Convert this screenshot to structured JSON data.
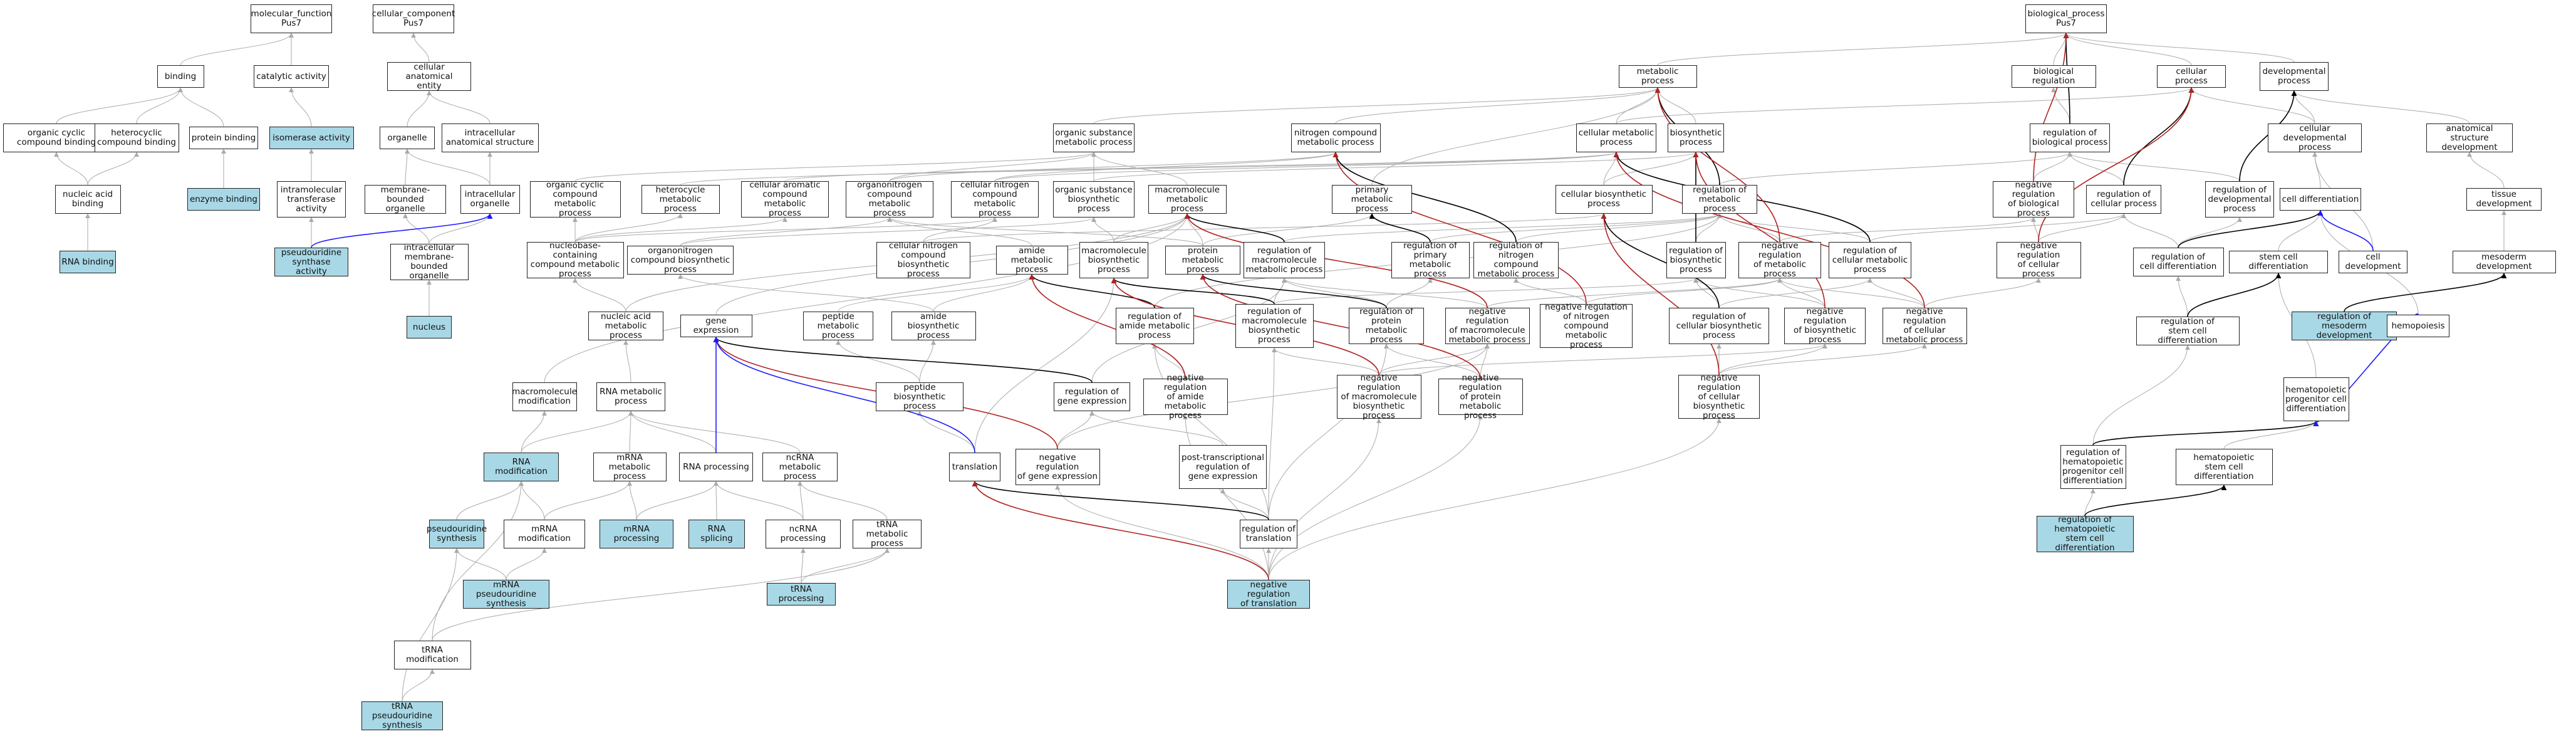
{
  "nodes": {
    "mf": {
      "label": "molecular_function\nPus7"
    },
    "cc": {
      "label": "cellular_component\nPus7"
    },
    "bp": {
      "label": "biological_process\nPus7"
    },
    "binding": {
      "label": "binding"
    },
    "catalytic": {
      "label": "catalytic activity"
    },
    "cae": {
      "label": "cellular anatomical\nentity"
    },
    "occb": {
      "label": "organic cyclic\ncompound binding"
    },
    "hccb": {
      "label": "heterocyclic\ncompound binding"
    },
    "protbind": {
      "label": "protein binding"
    },
    "isomerase": {
      "label": "isomerase activity"
    },
    "organelle": {
      "label": "organelle"
    },
    "ias": {
      "label": "intracellular\nanatomical structure"
    },
    "nab": {
      "label": "nucleic acid\nbinding"
    },
    "enzbind": {
      "label": "enzyme binding"
    },
    "itrans": {
      "label": "intramolecular\ntransferase\nactivity"
    },
    "mbo": {
      "label": "membrane-bounded\norganelle"
    },
    "iorg": {
      "label": "intracellular\norganelle"
    },
    "rnabind": {
      "label": "RNA binding"
    },
    "psa": {
      "label": "pseudouridine\nsynthase activity"
    },
    "imbo": {
      "label": "intracellular\nmembrane-bounded\norganelle"
    },
    "nucleus": {
      "label": "nucleus"
    },
    "metab": {
      "label": "metabolic process"
    },
    "osmp": {
      "label": "organic substance\nmetabolic process"
    },
    "ncmp": {
      "label": "nitrogen compound\nmetabolic process"
    },
    "cellmp": {
      "label": "cellular metabolic\nprocess"
    },
    "biosyn": {
      "label": "biosynthetic\nprocess"
    },
    "breg": {
      "label": "biological regulation"
    },
    "cellproc": {
      "label": "cellular process"
    },
    "devproc": {
      "label": "developmental\nprocess"
    },
    "regbp": {
      "label": "regulation of\nbiological process"
    },
    "celldev": {
      "label": "cellular developmental\nprocess"
    },
    "asd": {
      "label": "anatomical structure\ndevelopment"
    },
    "occmp": {
      "label": "organic cyclic\ncompound metabolic\nprocess"
    },
    "hmp": {
      "label": "heterocycle\nmetabolic process"
    },
    "cacmp": {
      "label": "cellular aromatic\ncompound metabolic\nprocess"
    },
    "oncmp": {
      "label": "organonitrogen\ncompound metabolic\nprocess"
    },
    "cncmp": {
      "label": "cellular nitrogen\ncompound metabolic\nprocess"
    },
    "osbp": {
      "label": "organic substance\nbiosynthetic\nprocess"
    },
    "mmp": {
      "label": "macromolecule\nmetabolic process"
    },
    "pmp": {
      "label": "primary metabolic\nprocess"
    },
    "cbp": {
      "label": "cellular biosynthetic\nprocess"
    },
    "regmp": {
      "label": "regulation of\nmetabolic process"
    },
    "nregbp": {
      "label": "negative regulation\nof biological\nprocess"
    },
    "regcp": {
      "label": "regulation of\ncellular process"
    },
    "regdp": {
      "label": "regulation of\ndevelopmental\nprocess"
    },
    "celldiff": {
      "label": "cell differentiation"
    },
    "tissuedev": {
      "label": "tissue development"
    },
    "nbccmp": {
      "label": "nucleobase-containing\ncompound metabolic\nprocess"
    },
    "oncbp": {
      "label": "organonitrogen\ncompound biosynthetic\nprocess"
    },
    "cncbp": {
      "label": "cellular nitrogen\ncompound biosynthetic\nprocess"
    },
    "amp": {
      "label": "amide metabolic\nprocess"
    },
    "mbp": {
      "label": "macromolecule\nbiosynthetic\nprocess"
    },
    "protmp": {
      "label": "protein metabolic\nprocess"
    },
    "regmmp": {
      "label": "regulation of\nmacromolecule\nmetabolic process"
    },
    "regpmp": {
      "label": "regulation of\nprimary metabolic\nprocess"
    },
    "regncmp": {
      "label": "regulation of\nnitrogen compound\nmetabolic process"
    },
    "regbsp": {
      "label": "regulation of\nbiosynthetic\nprocess"
    },
    "nregmp": {
      "label": "negative regulation\nof metabolic\nprocess"
    },
    "regcmp": {
      "label": "regulation of\ncellular metabolic\nprocess"
    },
    "nregcp": {
      "label": "negative regulation\nof cellular\nprocess"
    },
    "regcdiff": {
      "label": "regulation of\ncell differentiation"
    },
    "stemdiff": {
      "label": "stem cell differentiation"
    },
    "celldevel": {
      "label": "cell development"
    },
    "mesodev": {
      "label": "mesoderm development"
    },
    "namp": {
      "label": "nucleic acid\nmetabolic process"
    },
    "geneexp": {
      "label": "gene expression"
    },
    "pepmp": {
      "label": "peptide metabolic\nprocess"
    },
    "amidebp": {
      "label": "amide biosynthetic\nprocess"
    },
    "regamp": {
      "label": "regulation of\namide metabolic\nprocess"
    },
    "regmbp": {
      "label": "regulation of\nmacromolecule\nbiosynthetic\nprocess"
    },
    "regprotmp": {
      "label": "regulation of\nprotein metabolic\nprocess"
    },
    "nregmmp": {
      "label": "negative regulation\nof macromolecule\nmetabolic process"
    },
    "nregncmp": {
      "label": "negative regulation\nof nitrogen\ncompound metabolic\nprocess"
    },
    "regcbp": {
      "label": "regulation of\ncellular biosynthetic\nprocess"
    },
    "nregbsp": {
      "label": "negative regulation\nof biosynthetic\nprocess"
    },
    "nregcmp": {
      "label": "negative regulation\nof cellular\nmetabolic process"
    },
    "regstem": {
      "label": "regulation of\nstem cell differentiation"
    },
    "regmeso": {
      "label": "regulation of\nmesoderm development"
    },
    "hemopoiesis": {
      "label": "hemopoiesis"
    },
    "mmmod": {
      "label": "macromolecule\nmodification"
    },
    "rnamp": {
      "label": "RNA metabolic\nprocess"
    },
    "pepbp": {
      "label": "peptide biosynthetic\nprocess"
    },
    "reggeneexp": {
      "label": "regulation of\ngene expression"
    },
    "nregamp": {
      "label": "negative regulation\nof amide metabolic\nprocess"
    },
    "nregmbp": {
      "label": "negative regulation\nof macromolecule\nbiosynthetic\nprocess"
    },
    "nregprotmp": {
      "label": "negative regulation\nof protein metabolic\nprocess"
    },
    "nregccmp": {
      "label": "negative regulation\nof cellular\nbiosynthetic\nprocess"
    },
    "hpcd": {
      "label": "hematopoietic\nprogenitor cell\ndifferentiation"
    },
    "rnamod": {
      "label": "RNA modification"
    },
    "mrnamp": {
      "label": "mRNA metabolic\nprocess"
    },
    "rnaproc": {
      "label": "RNA processing"
    },
    "ncrnamp": {
      "label": "ncRNA metabolic\nprocess"
    },
    "translation": {
      "label": "translation"
    },
    "nreggeneexp": {
      "label": "negative regulation\nof gene expression"
    },
    "ptrge": {
      "label": "post-transcriptional\nregulation of\ngene expression"
    },
    "reghpcd": {
      "label": "regulation of\nhematopoietic\nprogenitor cell\ndifferentiation"
    },
    "hscd": {
      "label": "hematopoietic\nstem cell differentiation"
    },
    "psynth": {
      "label": "pseudouridine\nsynthesis"
    },
    "mrnamod": {
      "label": "mRNA modification"
    },
    "mrnaproc": {
      "label": "mRNA processing"
    },
    "rnasplice": {
      "label": "RNA splicing"
    },
    "ncrnaproc": {
      "label": "ncRNA processing"
    },
    "trnamp": {
      "label": "tRNA metabolic\nprocess"
    },
    "regtrans": {
      "label": "regulation of\ntranslation"
    },
    "reghscd": {
      "label": "regulation of\nhematopoietic\nstem cell differentiation"
    },
    "mrnapsynth": {
      "label": "mRNA pseudouridine\nsynthesis"
    },
    "trnaproc": {
      "label": "tRNA processing"
    },
    "nregtrans": {
      "label": "negative regulation\nof translation"
    },
    "trnamod": {
      "label": "tRNA modification"
    },
    "trnapsynth": {
      "label": "tRNA pseudouridine\nsynthesis"
    }
  },
  "highlighted": [
    "isomerase",
    "enzbind",
    "rnabind",
    "psa",
    "nucleus",
    "regmeso",
    "rnamod",
    "psynth",
    "mrnapsynth",
    "mrnaproc",
    "rnasplice",
    "trnaproc",
    "nregtrans",
    "reghscd",
    "trnapsynth"
  ],
  "edge_colors": {
    "is_a": "#aaaaaa",
    "regulates": "#000000",
    "negatively_regulates": "#b22222",
    "positively_regulates": "#1a1aff"
  },
  "edges": {
    "is_a": [
      [
        "binding",
        "mf"
      ],
      [
        "catalytic",
        "mf"
      ],
      [
        "cae",
        "cc"
      ],
      [
        "occb",
        "binding"
      ],
      [
        "hccb",
        "binding"
      ],
      [
        "protbind",
        "binding"
      ],
      [
        "isomerase",
        "catalytic"
      ],
      [
        "organelle",
        "cae"
      ],
      [
        "ias",
        "cae"
      ],
      [
        "nab",
        "occb"
      ],
      [
        "nab",
        "hccb"
      ],
      [
        "enzbind",
        "protbind"
      ],
      [
        "itrans",
        "isomerase"
      ],
      [
        "mbo",
        "organelle"
      ],
      [
        "iorg",
        "organelle"
      ],
      [
        "iorg",
        "ias"
      ],
      [
        "rnabind",
        "nab"
      ],
      [
        "psa",
        "itrans"
      ],
      [
        "imbo",
        "mbo"
      ],
      [
        "imbo",
        "iorg"
      ],
      [
        "nucleus",
        "imbo"
      ],
      [
        "metab",
        "bp"
      ],
      [
        "breg",
        "bp"
      ],
      [
        "cellproc",
        "bp"
      ],
      [
        "devproc",
        "bp"
      ],
      [
        "regbp",
        "breg"
      ],
      [
        "celldev",
        "cellproc"
      ],
      [
        "celldev",
        "devproc"
      ],
      [
        "asd",
        "devproc"
      ],
      [
        "osmp",
        "metab"
      ],
      [
        "ncmp",
        "metab"
      ],
      [
        "cellmp",
        "metab"
      ],
      [
        "cellmp",
        "cellproc"
      ],
      [
        "biosyn",
        "metab"
      ],
      [
        "occmp",
        "osmp"
      ],
      [
        "hmp",
        "cellmp"
      ],
      [
        "cacmp",
        "cellmp"
      ],
      [
        "oncmp",
        "osmp"
      ],
      [
        "oncmp",
        "ncmp"
      ],
      [
        "cncmp",
        "ncmp"
      ],
      [
        "cncmp",
        "cellmp"
      ],
      [
        "osbp",
        "osmp"
      ],
      [
        "osbp",
        "biosyn"
      ],
      [
        "mmp",
        "osmp"
      ],
      [
        "pmp",
        "metab"
      ],
      [
        "cbp",
        "biosyn"
      ],
      [
        "cbp",
        "cellmp"
      ],
      [
        "regmp",
        "regbp"
      ],
      [
        "nregbp",
        "regbp"
      ],
      [
        "regcp",
        "regbp"
      ],
      [
        "regcp",
        "cellproc"
      ],
      [
        "regdp",
        "regbp"
      ],
      [
        "celldiff",
        "celldev"
      ],
      [
        "tissuedev",
        "asd"
      ],
      [
        "nbccmp",
        "occmp"
      ],
      [
        "nbccmp",
        "hmp"
      ],
      [
        "nbccmp",
        "cacmp"
      ],
      [
        "nbccmp",
        "cncmp"
      ],
      [
        "oncbp",
        "oncmp"
      ],
      [
        "oncbp",
        "osbp"
      ],
      [
        "cncbp",
        "cncmp"
      ],
      [
        "cncbp",
        "cbp"
      ],
      [
        "amp",
        "oncmp"
      ],
      [
        "mbp",
        "mmp"
      ],
      [
        "mbp",
        "osbp"
      ],
      [
        "protmp",
        "oncmp"
      ],
      [
        "protmp",
        "mmp"
      ],
      [
        "protmp",
        "pmp"
      ],
      [
        "regmmp",
        "regmp"
      ],
      [
        "regpmp",
        "regmp"
      ],
      [
        "regncmp",
        "regmp"
      ],
      [
        "regbsp",
        "regmp"
      ],
      [
        "nregmp",
        "regmp"
      ],
      [
        "nregmp",
        "nregbp"
      ],
      [
        "regcmp",
        "regmp"
      ],
      [
        "regcmp",
        "regcp"
      ],
      [
        "nregcp",
        "nregbp"
      ],
      [
        "nregcp",
        "regcp"
      ],
      [
        "regcdiff",
        "regcp"
      ],
      [
        "regcdiff",
        "regdp"
      ],
      [
        "stemdiff",
        "celldiff"
      ],
      [
        "celldevel",
        "celldev"
      ],
      [
        "mesodev",
        "tissuedev"
      ],
      [
        "namp",
        "nbccmp"
      ],
      [
        "namp",
        "mmp"
      ],
      [
        "geneexp",
        "mmp"
      ],
      [
        "pepmp",
        "amp"
      ],
      [
        "amidebp",
        "amp"
      ],
      [
        "amidebp",
        "oncbp"
      ],
      [
        "regamp",
        "regmp"
      ],
      [
        "regmbp",
        "regmmp"
      ],
      [
        "regmbp",
        "regbsp"
      ],
      [
        "regprotmp",
        "regmmp"
      ],
      [
        "regprotmp",
        "regpmp"
      ],
      [
        "nregmmp",
        "regmmp"
      ],
      [
        "nregmmp",
        "nregmp"
      ],
      [
        "nregncmp",
        "regncmp"
      ],
      [
        "nregncmp",
        "nregmp"
      ],
      [
        "regcbp",
        "regbsp"
      ],
      [
        "regcbp",
        "regcmp"
      ],
      [
        "nregbsp",
        "regbsp"
      ],
      [
        "nregbsp",
        "nregmp"
      ],
      [
        "nregcmp",
        "regcmp"
      ],
      [
        "nregcmp",
        "nregmp"
      ],
      [
        "nregcmp",
        "nregcp"
      ],
      [
        "regstem",
        "regcdiff"
      ],
      [
        "hemopoiesis",
        "celldiff"
      ],
      [
        "mmmod",
        "mmp"
      ],
      [
        "rnamp",
        "namp"
      ],
      [
        "pepbp",
        "pepmp"
      ],
      [
        "pepbp",
        "amidebp"
      ],
      [
        "reggeneexp",
        "regmmp"
      ],
      [
        "nregamp",
        "regamp"
      ],
      [
        "nregmbp",
        "regmbp"
      ],
      [
        "nregmbp",
        "nregmmp"
      ],
      [
        "nregmbp",
        "nregbsp"
      ],
      [
        "nregprotmp",
        "regprotmp"
      ],
      [
        "nregprotmp",
        "nregmmp"
      ],
      [
        "nregccmp",
        "regcbp"
      ],
      [
        "nregccmp",
        "nregbsp"
      ],
      [
        "nregccmp",
        "nregcmp"
      ],
      [
        "hpcd",
        "stemdiff"
      ],
      [
        "rnamod",
        "mmmod"
      ],
      [
        "rnamod",
        "rnamp"
      ],
      [
        "mrnamp",
        "rnamp"
      ],
      [
        "rnaproc",
        "rnamp"
      ],
      [
        "ncrnamp",
        "rnamp"
      ],
      [
        "translation",
        "pepbp"
      ],
      [
        "translation",
        "geneexp"
      ],
      [
        "translation",
        "mbp"
      ],
      [
        "nreggeneexp",
        "reggeneexp"
      ],
      [
        "nreggeneexp",
        "nregmmp"
      ],
      [
        "ptrge",
        "reggeneexp"
      ],
      [
        "reghpcd",
        "regstem"
      ],
      [
        "hscd",
        "hpcd"
      ],
      [
        "psynth",
        "rnamod"
      ],
      [
        "mrnamod",
        "rnamod"
      ],
      [
        "mrnamod",
        "mrnamp"
      ],
      [
        "mrnaproc",
        "mrnamp"
      ],
      [
        "mrnaproc",
        "rnaproc"
      ],
      [
        "rnasplice",
        "rnaproc"
      ],
      [
        "ncrnaproc",
        "rnaproc"
      ],
      [
        "ncrnaproc",
        "ncrnamp"
      ],
      [
        "trnamp",
        "ncrnamp"
      ],
      [
        "regtrans",
        "ptrge"
      ],
      [
        "regtrans",
        "regamp"
      ],
      [
        "regtrans",
        "regmbp"
      ],
      [
        "regtrans",
        "regprotmp"
      ],
      [
        "reghscd",
        "reghpcd"
      ],
      [
        "mrnapsynth",
        "psynth"
      ],
      [
        "mrnapsynth",
        "mrnamod"
      ],
      [
        "trnaproc",
        "ncrnaproc"
      ],
      [
        "trnaproc",
        "trnamp"
      ],
      [
        "nregtrans",
        "regtrans"
      ],
      [
        "nregtrans",
        "nreggeneexp"
      ],
      [
        "nregtrans",
        "nregamp"
      ],
      [
        "nregtrans",
        "nregmbp"
      ],
      [
        "nregtrans",
        "nregprotmp"
      ],
      [
        "nregtrans",
        "nregccmp"
      ],
      [
        "trnamod",
        "rnamod"
      ],
      [
        "trnamod",
        "trnamp"
      ],
      [
        "trnapsynth",
        "trnamod"
      ],
      [
        "trnapsynth",
        "psynth"
      ]
    ],
    "regulates": [
      [
        "regbp",
        "bp"
      ],
      [
        "regmp",
        "metab"
      ],
      [
        "regcp",
        "cellproc"
      ],
      [
        "regdp",
        "devproc"
      ],
      [
        "regmmp",
        "mmp"
      ],
      [
        "regpmp",
        "pmp"
      ],
      [
        "regncmp",
        "ncmp"
      ],
      [
        "regbsp",
        "biosyn"
      ],
      [
        "regcmp",
        "cellmp"
      ],
      [
        "regcdiff",
        "celldiff"
      ],
      [
        "regamp",
        "amp"
      ],
      [
        "regmbp",
        "mbp"
      ],
      [
        "regprotmp",
        "protmp"
      ],
      [
        "regcbp",
        "cbp"
      ],
      [
        "regstem",
        "stemdiff"
      ],
      [
        "regmeso",
        "mesodev"
      ],
      [
        "reggeneexp",
        "geneexp"
      ],
      [
        "reghpcd",
        "hpcd"
      ],
      [
        "regtrans",
        "translation"
      ],
      [
        "reghscd",
        "hscd"
      ]
    ],
    "negatively_regulates": [
      [
        "nregbp",
        "bp"
      ],
      [
        "nregmp",
        "metab"
      ],
      [
        "nregcp",
        "cellproc"
      ],
      [
        "nregmmp",
        "mmp"
      ],
      [
        "nregncmp",
        "ncmp"
      ],
      [
        "nregbsp",
        "biosyn"
      ],
      [
        "nregcmp",
        "cellmp"
      ],
      [
        "nregamp",
        "amp"
      ],
      [
        "nregmbp",
        "mbp"
      ],
      [
        "nregprotmp",
        "protmp"
      ],
      [
        "nregccmp",
        "cbp"
      ],
      [
        "nreggeneexp",
        "geneexp"
      ],
      [
        "nregtrans",
        "translation"
      ]
    ],
    "positively_regulates": [
      [
        "psa",
        "iorg"
      ],
      [
        "rnaproc",
        "geneexp"
      ],
      [
        "translation",
        "geneexp"
      ],
      [
        "celldevel",
        "celldiff"
      ],
      [
        "hemopoiesis",
        "hpcd"
      ]
    ]
  }
}
